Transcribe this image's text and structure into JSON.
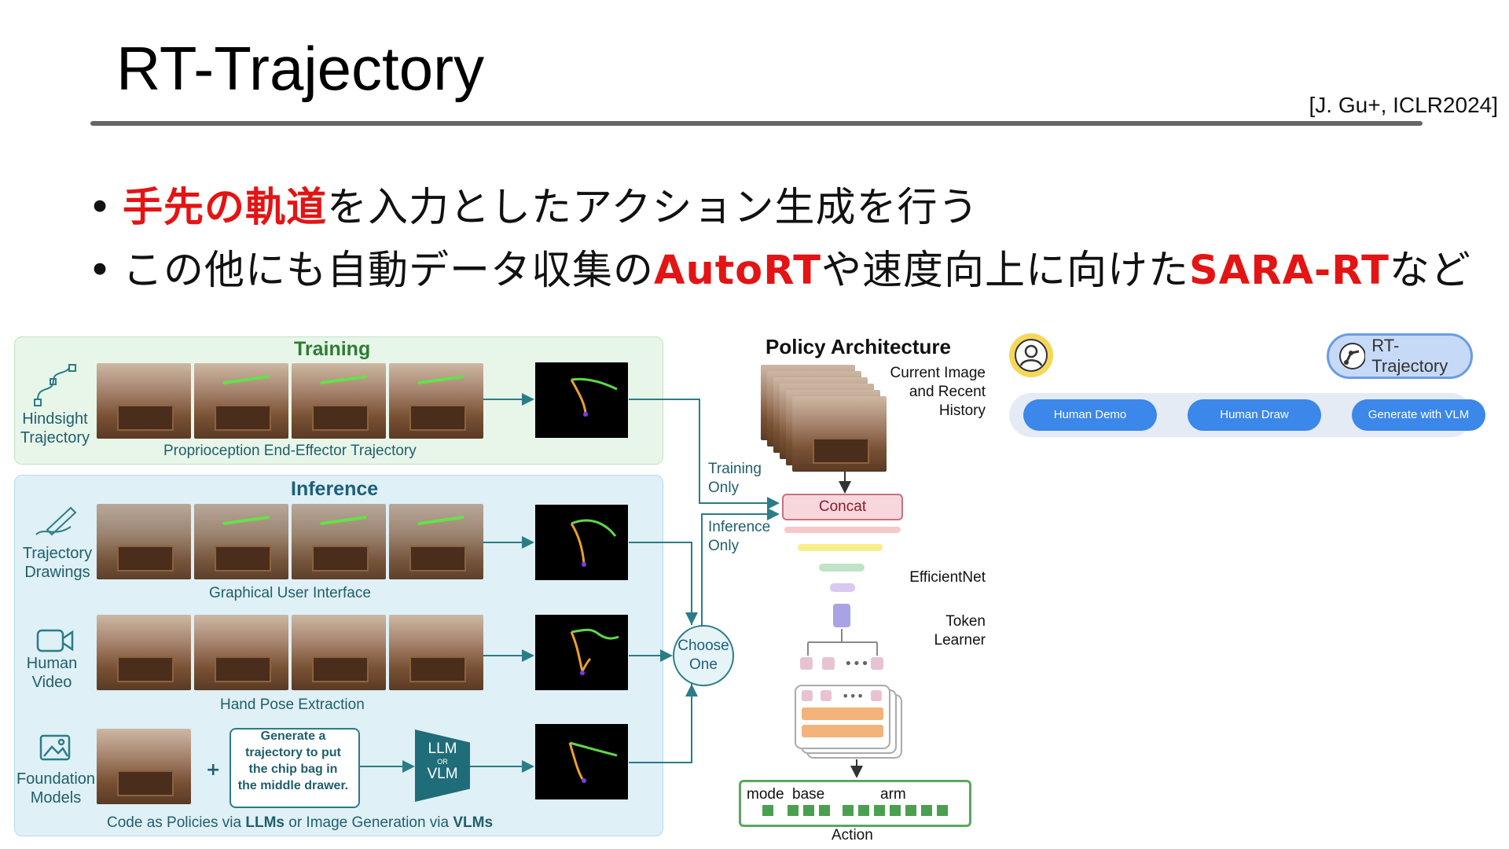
{
  "slide": {
    "title": "RT-Trajectory",
    "citation": "[J. Gu+, ICLR2024]",
    "bullet1": {
      "red": "手先の軌道",
      "rest": "を入力としたアクション生成を行う"
    },
    "bullet2": {
      "a": "この他にも自動データ収集の",
      "b": "AutoRT",
      "c": "や速度向上に向けた",
      "d": "SARA-RT",
      "e": "など"
    }
  },
  "figure": {
    "training": {
      "title": "Training",
      "side": [
        "Hindsight",
        "Trajectory"
      ],
      "caption": "Proprioception End-Effector Trajectory"
    },
    "inference": {
      "title": "Inference",
      "drawings_side": [
        "Trajectory",
        "Drawings"
      ],
      "drawings_caption": "Graphical User Interface",
      "video_side": [
        "Human",
        "Video"
      ],
      "video_caption": "Hand Pose Extraction",
      "foundation_side": [
        "Foundation",
        "Models"
      ],
      "prompt": [
        "Generate a",
        "trajectory to put",
        "the chip bag in",
        "the middle drawer."
      ],
      "llm": [
        "LLM",
        "OR",
        "VLM"
      ],
      "plus": "+",
      "caption_parts": [
        "Code as Policies via ",
        "LLMs",
        " or Image Generation via ",
        "VLMs"
      ]
    },
    "routing": {
      "training_only": [
        "Training",
        "Only"
      ],
      "inference_only": [
        "Inference",
        "Only"
      ],
      "choose_one": [
        "Choose",
        "One"
      ]
    },
    "policy": {
      "title": "Policy Architecture",
      "image_label": [
        "Current Image",
        "and Recent",
        "History"
      ],
      "concat": "Concat",
      "efficientnet": "EfficientNet",
      "token_learner": [
        "Token",
        "Learner"
      ],
      "action_labels": {
        "mode": "mode",
        "base": "base",
        "arm": "arm"
      },
      "action": "Action"
    }
  },
  "demo_ui": {
    "avatar_icon": "user-icon",
    "rt_button": "RT-Trajectory",
    "buttons": [
      "Human Demo",
      "Human Draw",
      "Generate with VLM"
    ]
  },
  "colors": {
    "accent_red": "#e31414",
    "training_green": "#2e7d32",
    "inference_blue": "#1b5f7a",
    "button_blue": "#3b87ea"
  }
}
